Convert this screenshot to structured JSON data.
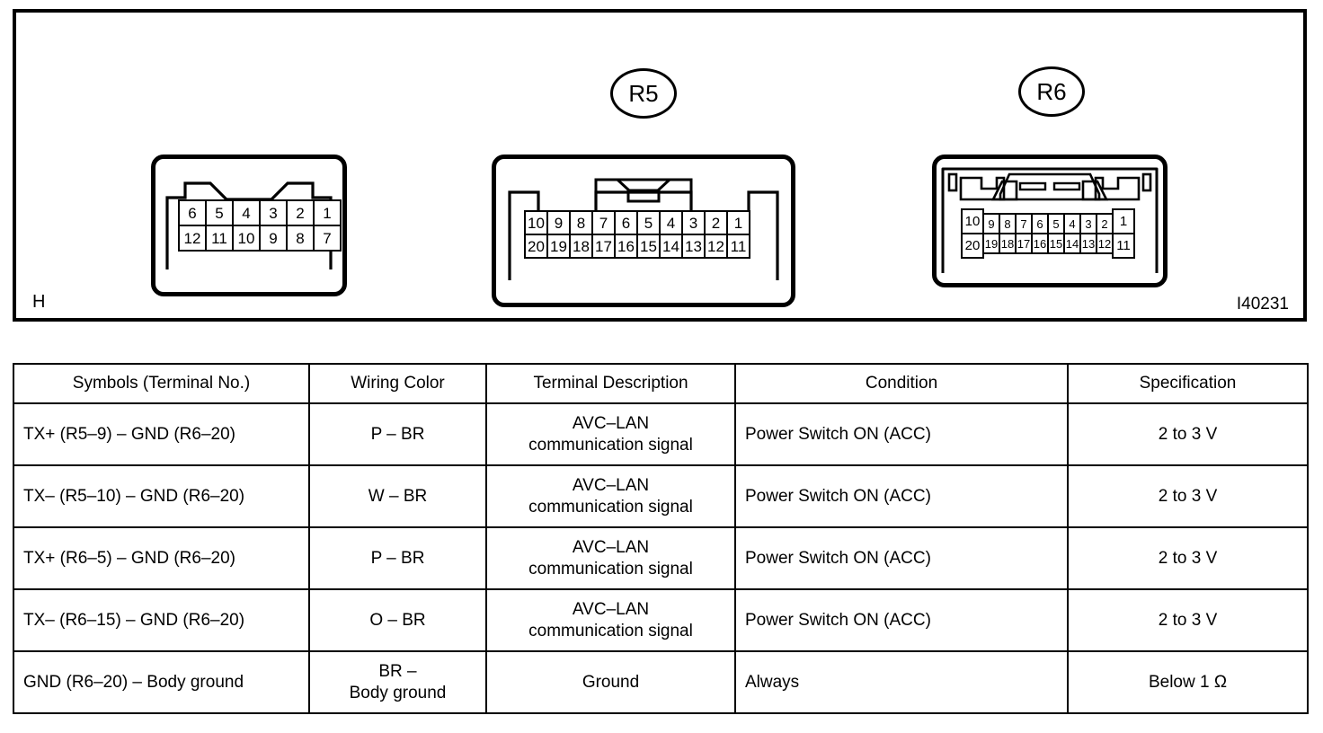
{
  "diagram": {
    "corner_mark": "H",
    "figure_code": "I40231",
    "connectors": [
      {
        "name": "connector-h",
        "label": "",
        "pins_top": [
          "6",
          "5",
          "4",
          "3",
          "2",
          "1"
        ],
        "pins_bottom": [
          "12",
          "11",
          "10",
          "9",
          "8",
          "7"
        ]
      },
      {
        "name": "connector-r5",
        "label": "R5",
        "pins_top": [
          "10",
          "9",
          "8",
          "7",
          "6",
          "5",
          "4",
          "3",
          "2",
          "1"
        ],
        "pins_bottom": [
          "20",
          "19",
          "18",
          "17",
          "16",
          "15",
          "14",
          "13",
          "12",
          "11"
        ]
      },
      {
        "name": "connector-r6",
        "label": "R6",
        "pins_top": [
          "10",
          "9",
          "8",
          "7",
          "6",
          "5",
          "4",
          "3",
          "2",
          "1"
        ],
        "pins_bottom": [
          "20",
          "19",
          "18",
          "17",
          "16",
          "15",
          "14",
          "13",
          "12",
          "11"
        ]
      }
    ]
  },
  "table": {
    "headers": [
      "Symbols (Terminal No.)",
      "Wiring Color",
      "Terminal Description",
      "Condition",
      "Specification"
    ],
    "rows": [
      {
        "symbols": "TX+ (R5–9) – GND (R6–20)",
        "color": "P – BR",
        "description": "AVC–LAN\ncommunication signal",
        "condition": "Power Switch ON (ACC)",
        "specification": "2 to 3 V"
      },
      {
        "symbols": "TX– (R5–10) – GND (R6–20)",
        "color": "W – BR",
        "description": "AVC–LAN\ncommunication signal",
        "condition": "Power Switch ON (ACC)",
        "specification": "2 to 3 V"
      },
      {
        "symbols": "TX+ (R6–5) – GND (R6–20)",
        "color": "P – BR",
        "description": "AVC–LAN\ncommunication signal",
        "condition": "Power Switch ON (ACC)",
        "specification": "2 to 3 V"
      },
      {
        "symbols": "TX– (R6–15) – GND (R6–20)",
        "color": "O – BR",
        "description": "AVC–LAN\ncommunication signal",
        "condition": "Power Switch ON (ACC)",
        "specification": "2 to 3 V"
      },
      {
        "symbols": "GND (R6–20) – Body ground",
        "color": "BR –\nBody ground",
        "description": "Ground",
        "condition": "Always",
        "specification": "Below 1 Ω"
      }
    ]
  },
  "colors": {
    "ink": "#000000",
    "paper": "#ffffff"
  }
}
